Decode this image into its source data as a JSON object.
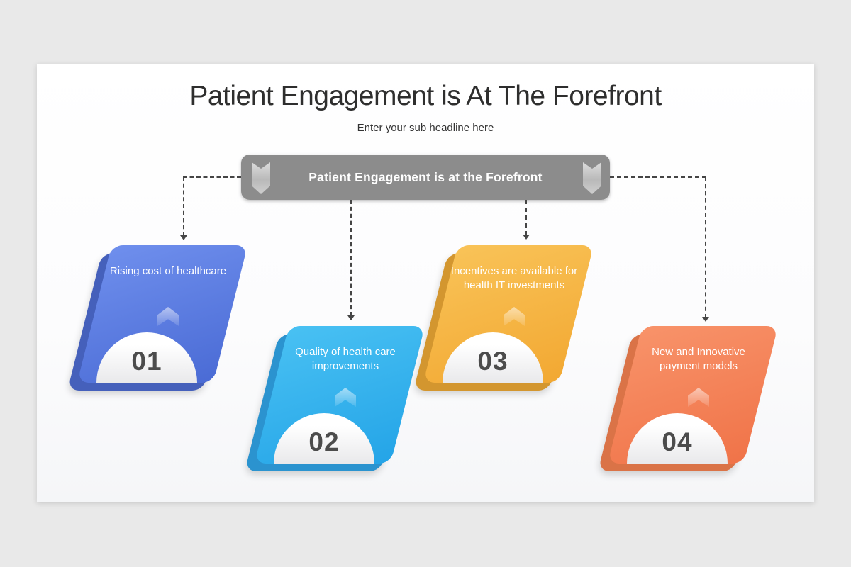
{
  "window": {
    "bg_color": "#e9e9e9"
  },
  "slide": {
    "title": "Patient Engagement is At The Forefront",
    "subtitle": "Enter your sub headline here",
    "banner": {
      "label": "Patient Engagement is at the Forefront",
      "bg_color": "#8c8c8c",
      "ribbon_icon": "down-ribbon-chevron"
    },
    "connector_color": "#454545",
    "cards": [
      {
        "number": "01",
        "text": "Rising cost of healthcare",
        "gradient_top": "#6f8fed",
        "gradient_bottom": "#4a6bd5",
        "back_color": "#4560bb"
      },
      {
        "number": "02",
        "text": "Quality of health care improvements",
        "gradient_top": "#49c1f3",
        "gradient_bottom": "#24a4e7",
        "back_color": "#2b93cf"
      },
      {
        "number": "03",
        "text": "Incentives are available for health IT investments",
        "gradient_top": "#f9c358",
        "gradient_bottom": "#f2a832",
        "back_color": "#d3962f"
      },
      {
        "number": "04",
        "text": "New and Innovative payment models",
        "gradient_top": "#f8936a",
        "gradient_bottom": "#f07348",
        "back_color": "#da7347"
      }
    ]
  }
}
